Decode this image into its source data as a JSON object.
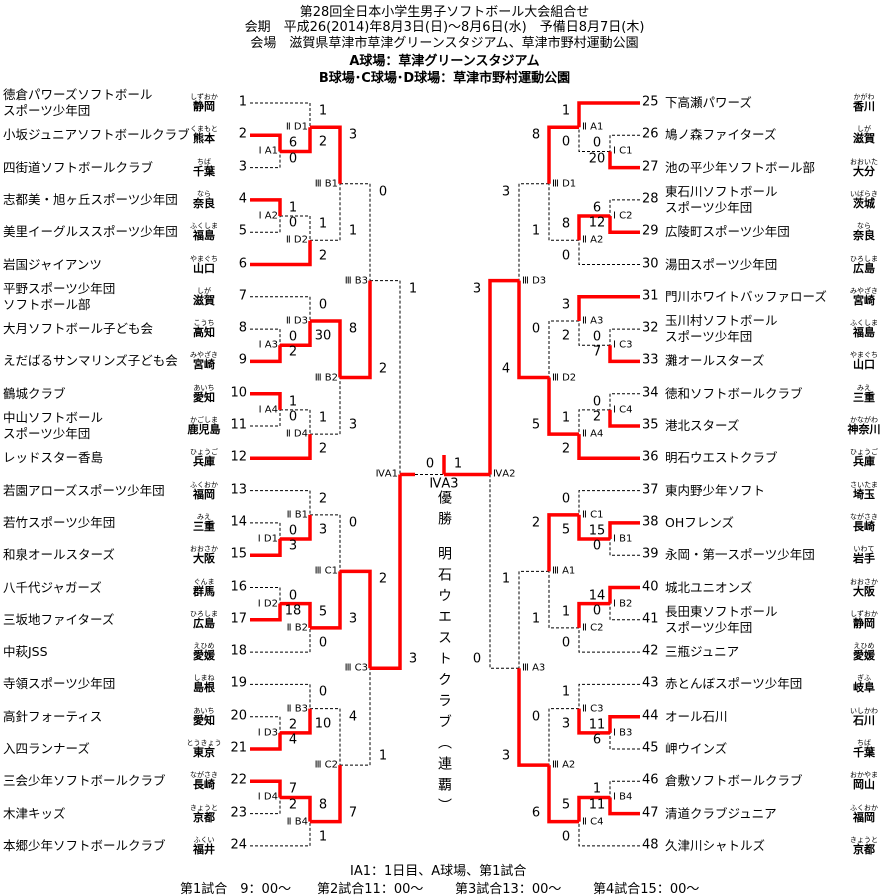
{
  "header": {
    "title": "第28回全日本小学生男子ソフトボール大会組合せ",
    "period": "会期　平成26(2014)年8月3日(日)～8月6日(水)　予備日8月7日(木)",
    "venue": "会場　滋賀県草津市草津グリーンスタジアム、草津市野村運動公園",
    "field_a": "A球場：草津グリーンスタジアム",
    "field_bcd": "B球場･C球場･D球場：草津市野村運動公園"
  },
  "left_teams": [
    {
      "no": "1",
      "name": "徳倉パワーズソフトボール\nスポーツ少年団",
      "pref": "静岡",
      "kana": "しずおか"
    },
    {
      "no": "2",
      "name": "小坂ジュニアソフトボールクラブ",
      "pref": "熊本",
      "kana": "くまもと"
    },
    {
      "no": "3",
      "name": "四街道ソフトボールクラブ",
      "pref": "千葉",
      "kana": "ちば"
    },
    {
      "no": "4",
      "name": "志都美・旭ヶ丘スポーツ少年団",
      "pref": "奈良",
      "kana": "なら"
    },
    {
      "no": "5",
      "name": "美里イーグルススポーツ少年団",
      "pref": "福島",
      "kana": "ふくしま"
    },
    {
      "no": "6",
      "name": "岩国ジャイアンツ",
      "pref": "山口",
      "kana": "やまぐち"
    },
    {
      "no": "7",
      "name": "平野スポーツ少年団\nソフトボール部",
      "pref": "滋賀",
      "kana": "しが"
    },
    {
      "no": "8",
      "name": "大月ソフトボール子ども会",
      "pref": "高知",
      "kana": "こうち"
    },
    {
      "no": "9",
      "name": "えだばるサンマリンズ子ども会",
      "pref": "宮崎",
      "kana": "みやざき"
    },
    {
      "no": "10",
      "name": "鶴城クラブ",
      "pref": "愛知",
      "kana": "あいち"
    },
    {
      "no": "11",
      "name": "中山ソフトボール\nスポーツ少年団",
      "pref": "鹿児島",
      "kana": "かごしま"
    },
    {
      "no": "12",
      "name": "レッドスター香島",
      "pref": "兵庫",
      "kana": "ひょうご"
    },
    {
      "no": "13",
      "name": "若園アローズスポーツ少年団",
      "pref": "福岡",
      "kana": "ふくおか"
    },
    {
      "no": "14",
      "name": "若竹スポーツ少年団",
      "pref": "三重",
      "kana": "みえ"
    },
    {
      "no": "15",
      "name": "和泉オールスターズ",
      "pref": "大阪",
      "kana": "おおさか"
    },
    {
      "no": "16",
      "name": "八千代ジャガーズ",
      "pref": "群馬",
      "kana": "ぐんま"
    },
    {
      "no": "17",
      "name": "三坂地ファイターズ",
      "pref": "広島",
      "kana": "ひろしま"
    },
    {
      "no": "18",
      "name": "中萩JSS",
      "pref": "愛媛",
      "kana": "えひめ"
    },
    {
      "no": "19",
      "name": "寺領スポーツ少年団",
      "pref": "島根",
      "kana": "しまね"
    },
    {
      "no": "20",
      "name": "高針フォーティス",
      "pref": "愛知",
      "kana": "あいち"
    },
    {
      "no": "21",
      "name": "入四ランナーズ",
      "pref": "東京",
      "kana": "とうきょう"
    },
    {
      "no": "22",
      "name": "三会少年ソフトボールクラブ",
      "pref": "長崎",
      "kana": "ながさき"
    },
    {
      "no": "23",
      "name": "木津キッズ",
      "pref": "京都",
      "kana": "きょうと"
    },
    {
      "no": "24",
      "name": "本郷少年ソフトボールクラブ",
      "pref": "福井",
      "kana": "ふくい"
    }
  ],
  "right_teams": [
    {
      "no": "25",
      "name": "下高瀬パワーズ",
      "pref": "香川",
      "kana": "かがわ"
    },
    {
      "no": "26",
      "name": "鳩ノ森ファイターズ",
      "pref": "滋賀",
      "kana": "しが"
    },
    {
      "no": "27",
      "name": "池の平少年ソフトボール部",
      "pref": "大分",
      "kana": "おおいた"
    },
    {
      "no": "28",
      "name": "東石川ソフトボール\nスポーツ少年団",
      "pref": "茨城",
      "kana": "いばらき"
    },
    {
      "no": "29",
      "name": "広陵町スポーツ少年団",
      "pref": "奈良",
      "kana": "なら"
    },
    {
      "no": "30",
      "name": "湯田スポーツ少年団",
      "pref": "広島",
      "kana": "ひろしま"
    },
    {
      "no": "31",
      "name": "門川ホワイトバッファローズ",
      "pref": "宮崎",
      "kana": "みやざき"
    },
    {
      "no": "32",
      "name": "玉川村ソフトボール\nスポーツ少年団",
      "pref": "福島",
      "kana": "ふくしま"
    },
    {
      "no": "33",
      "name": "灘オールスターズ",
      "pref": "山口",
      "kana": "やまぐち"
    },
    {
      "no": "34",
      "name": "徳和ソフトボールクラブ",
      "pref": "三重",
      "kana": "みえ"
    },
    {
      "no": "35",
      "name": "港北スターズ",
      "pref": "神奈川",
      "kana": "かながわ"
    },
    {
      "no": "36",
      "name": "明石ウエストクラブ",
      "pref": "兵庫",
      "kana": "ひょうご"
    },
    {
      "no": "37",
      "name": "東内野少年ソフト",
      "pref": "埼玉",
      "kana": "さいたま"
    },
    {
      "no": "38",
      "name": "OHフレンズ",
      "pref": "長崎",
      "kana": "ながさき"
    },
    {
      "no": "39",
      "name": "永岡・第一スポーツ少年団",
      "pref": "岩手",
      "kana": "いわて"
    },
    {
      "no": "40",
      "name": "城北ユニオンズ",
      "pref": "大阪",
      "kana": "おおさか"
    },
    {
      "no": "41",
      "name": "長田東ソフトボール\nスポーツ少年団",
      "pref": "静岡",
      "kana": "しずおか"
    },
    {
      "no": "42",
      "name": "三瓶ジュニア",
      "pref": "愛媛",
      "kana": "えひめ"
    },
    {
      "no": "43",
      "name": "赤とんぼスポーツ少年団",
      "pref": "岐阜",
      "kana": "ぎふ"
    },
    {
      "no": "44",
      "name": "オール石川",
      "pref": "石川",
      "kana": "いしかわ"
    },
    {
      "no": "45",
      "name": "岬ウインズ",
      "pref": "千葉",
      "kana": "ちば"
    },
    {
      "no": "46",
      "name": "倉敷ソフトボールクラブ",
      "pref": "岡山",
      "kana": "おかやま"
    },
    {
      "no": "47",
      "name": "清道クラブジュニア",
      "pref": "福岡",
      "kana": "ふくおか"
    },
    {
      "no": "48",
      "name": "久津川シャトルズ",
      "pref": "京都",
      "kana": "きょうと"
    }
  ],
  "matches": {
    "IA1": {
      "label": "Ⅰ A1",
      "scores": [
        "6",
        "0"
      ],
      "winner": "top"
    },
    "IA2": {
      "label": "Ⅰ A2",
      "scores": [
        "1",
        "0"
      ],
      "winner": "top"
    },
    "IA3": {
      "label": "Ⅰ A3",
      "scores": [
        "0",
        "2"
      ],
      "winner": "bottom"
    },
    "IA4": {
      "label": "Ⅰ A4",
      "scores": [
        "1",
        "0"
      ],
      "winner": "top"
    },
    "ID1": {
      "label": "Ⅰ D1",
      "scores": [
        "0",
        "3"
      ],
      "winner": "bottom"
    },
    "ID2": {
      "label": "Ⅰ D2",
      "scores": [
        "0",
        "18"
      ],
      "winner": "bottom"
    },
    "ID3": {
      "label": "Ⅰ D3",
      "scores": [
        "2",
        "4"
      ],
      "winner": "bottom"
    },
    "ID4": {
      "label": "Ⅰ D4",
      "scores": [
        "7",
        "2"
      ],
      "winner": "top"
    },
    "IID1": {
      "label": "Ⅱ D1",
      "scores": [
        "1",
        "2"
      ],
      "winner": "bottom"
    },
    "IID2": {
      "label": "Ⅱ D2",
      "scores": [
        "1",
        "2"
      ],
      "winner": "bottom"
    },
    "IID3": {
      "label": "Ⅱ D3",
      "scores": [
        "0",
        "30"
      ],
      "winner": "bottom"
    },
    "IID4": {
      "label": "Ⅱ D4",
      "scores": [
        "1",
        "2"
      ],
      "winner": "bottom"
    },
    "IIB1": {
      "label": "Ⅱ B1",
      "scores": [
        "2",
        "3"
      ],
      "winner": "bottom"
    },
    "IIB2": {
      "label": "Ⅱ B2",
      "scores": [
        "5",
        "0"
      ],
      "winner": "top"
    },
    "IIB3": {
      "label": "Ⅱ B3",
      "scores": [
        "0",
        "10"
      ],
      "winner": "bottom"
    },
    "IIB4": {
      "label": "Ⅱ B4",
      "scores": [
        "8",
        "1"
      ],
      "winner": "top"
    },
    "IIIB1": {
      "label": "Ⅲ B1",
      "scores": [
        "3",
        "1"
      ],
      "winner": "top"
    },
    "IIIB2": {
      "label": "Ⅲ B2",
      "scores": [
        "8",
        "3"
      ],
      "winner": "top"
    },
    "IIIB3": {
      "label": "Ⅲ B3",
      "scores": [
        "0",
        "2"
      ],
      "winner": "bottom"
    },
    "IIIC1": {
      "label": "Ⅲ C1",
      "scores": [
        "0",
        "3"
      ],
      "winner": "bottom"
    },
    "IIIC2": {
      "label": "Ⅲ C2",
      "scores": [
        "4",
        "7"
      ],
      "winner": "bottom"
    },
    "IIIC3": {
      "label": "Ⅲ C3",
      "scores": [
        "2",
        "1"
      ],
      "winner": "top"
    },
    "IVA1": {
      "label": "ⅣA1",
      "scores": [
        "1",
        "3"
      ],
      "winner": "bottom"
    },
    "IC1": {
      "label": "Ⅰ C1",
      "scores": [
        "0",
        "20"
      ],
      "winner": "bottom"
    },
    "IC2": {
      "label": "Ⅰ C2",
      "scores": [
        "6",
        "12"
      ],
      "winner": "bottom"
    },
    "IC3": {
      "label": "Ⅰ C3",
      "scores": [
        "0",
        "7"
      ],
      "winner": "bottom"
    },
    "IC4": {
      "label": "Ⅰ C4",
      "scores": [
        "0",
        "2"
      ],
      "winner": "bottom"
    },
    "IB1": {
      "label": "Ⅰ B1",
      "scores": [
        "15",
        "0"
      ],
      "winner": "top"
    },
    "IB2": {
      "label": "Ⅰ B2",
      "scores": [
        "14",
        "0"
      ],
      "winner": "top"
    },
    "IB3": {
      "label": "Ⅰ B3",
      "scores": [
        "11",
        "6"
      ],
      "winner": "top"
    },
    "IB4": {
      "label": "Ⅰ B4",
      "scores": [
        "1",
        "11"
      ],
      "winner": "bottom"
    },
    "IIA1": {
      "label": "Ⅱ A1",
      "scores": [
        "1",
        "0"
      ],
      "winner": "top"
    },
    "IIA2": {
      "label": "Ⅱ A2",
      "scores": [
        "8",
        "0"
      ],
      "winner": "top"
    },
    "IIA3": {
      "label": "Ⅱ A3",
      "scores": [
        "3",
        "2"
      ],
      "winner": "top"
    },
    "IIA4": {
      "label": "Ⅱ A4",
      "scores": [
        "1",
        "2"
      ],
      "winner": "bottom"
    },
    "IIC1": {
      "label": "Ⅱ C1",
      "scores": [
        "0",
        "5"
      ],
      "winner": "bottom"
    },
    "IIC2": {
      "label": "Ⅱ C2",
      "scores": [
        "1",
        "0"
      ],
      "winner": "top"
    },
    "IIC3": {
      "label": "Ⅱ C3",
      "scores": [
        "1",
        "3"
      ],
      "winner": "bottom"
    },
    "IIC4": {
      "label": "Ⅱ C4",
      "scores": [
        "5",
        "0"
      ],
      "winner": "top"
    },
    "IIID1": {
      "label": "Ⅲ D1",
      "scores": [
        "8",
        "1"
      ],
      "winner": "top"
    },
    "IIID2": {
      "label": "Ⅲ D2",
      "scores": [
        "0",
        "5"
      ],
      "winner": "bottom"
    },
    "IIID3": {
      "label": "Ⅲ D3",
      "scores": [
        "3",
        "4"
      ],
      "winner": "bottom"
    },
    "IIIA1": {
      "label": "Ⅲ A1",
      "scores": [
        "2",
        "1"
      ],
      "winner": "top"
    },
    "IIIA2": {
      "label": "Ⅲ A2",
      "scores": [
        "0",
        "6"
      ],
      "winner": "bottom"
    },
    "IIIA3": {
      "label": "Ⅲ A3",
      "scores": [
        "1",
        "3"
      ],
      "winner": "bottom"
    },
    "IVA2": {
      "label": "ⅣA2",
      "scores": [
        "3",
        "0"
      ],
      "winner": "top"
    }
  },
  "final": {
    "label": "ⅣA3",
    "scores": [
      "0",
      "1"
    ],
    "winner": "right",
    "champion_heading": "優勝",
    "champion_name": "明石ウエストクラブ（連覇）"
  },
  "footer": {
    "note": "ⅠA1：1日目、A球場、第1試合",
    "times": [
      "第1試合　9：00～",
      "第2試合11：00～",
      "第3試合13：00～",
      "第4試合15：00～"
    ]
  },
  "colors": {
    "winner_line": "#ff0000",
    "loser_line": "#000000"
  }
}
